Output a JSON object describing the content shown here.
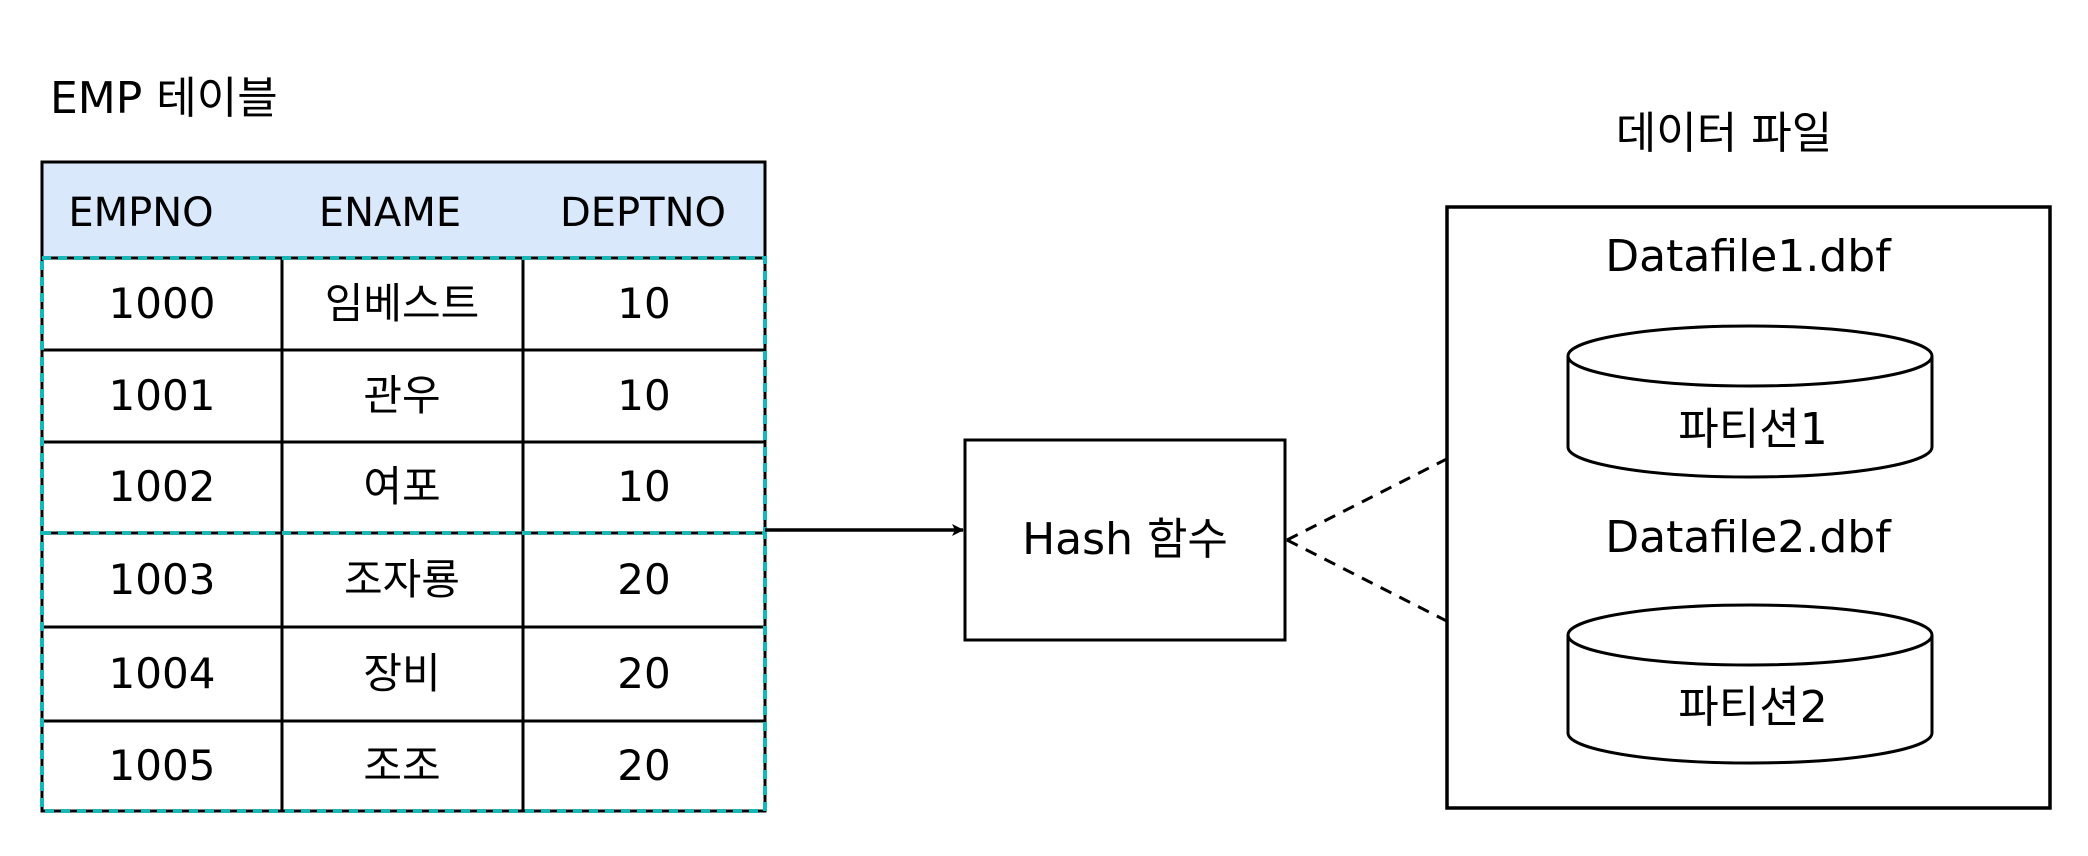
{
  "table": {
    "title": "EMP 테이블",
    "columns": [
      "EMPNO",
      "ENAME",
      "DEPTNO"
    ],
    "rows": [
      [
        "1000",
        "임베스트",
        "10"
      ],
      [
        "1001",
        "관우",
        "10"
      ],
      [
        "1002",
        "여포",
        "10"
      ],
      [
        "1003",
        "조자룡",
        "20"
      ],
      [
        "1004",
        "장비",
        "20"
      ],
      [
        "1005",
        "조조",
        "20"
      ]
    ]
  },
  "hash": {
    "label": "Hash 함수"
  },
  "datafiles": {
    "title": "데이터 파일",
    "files": [
      {
        "name": "Datafile1.dbf",
        "partition": "파티션1"
      },
      {
        "name": "Datafile2.dbf",
        "partition": "파티션2"
      }
    ]
  },
  "colors": {
    "header_fill": "#dae8fc",
    "group_outline": "#14b8b8",
    "stroke": "#000000"
  }
}
